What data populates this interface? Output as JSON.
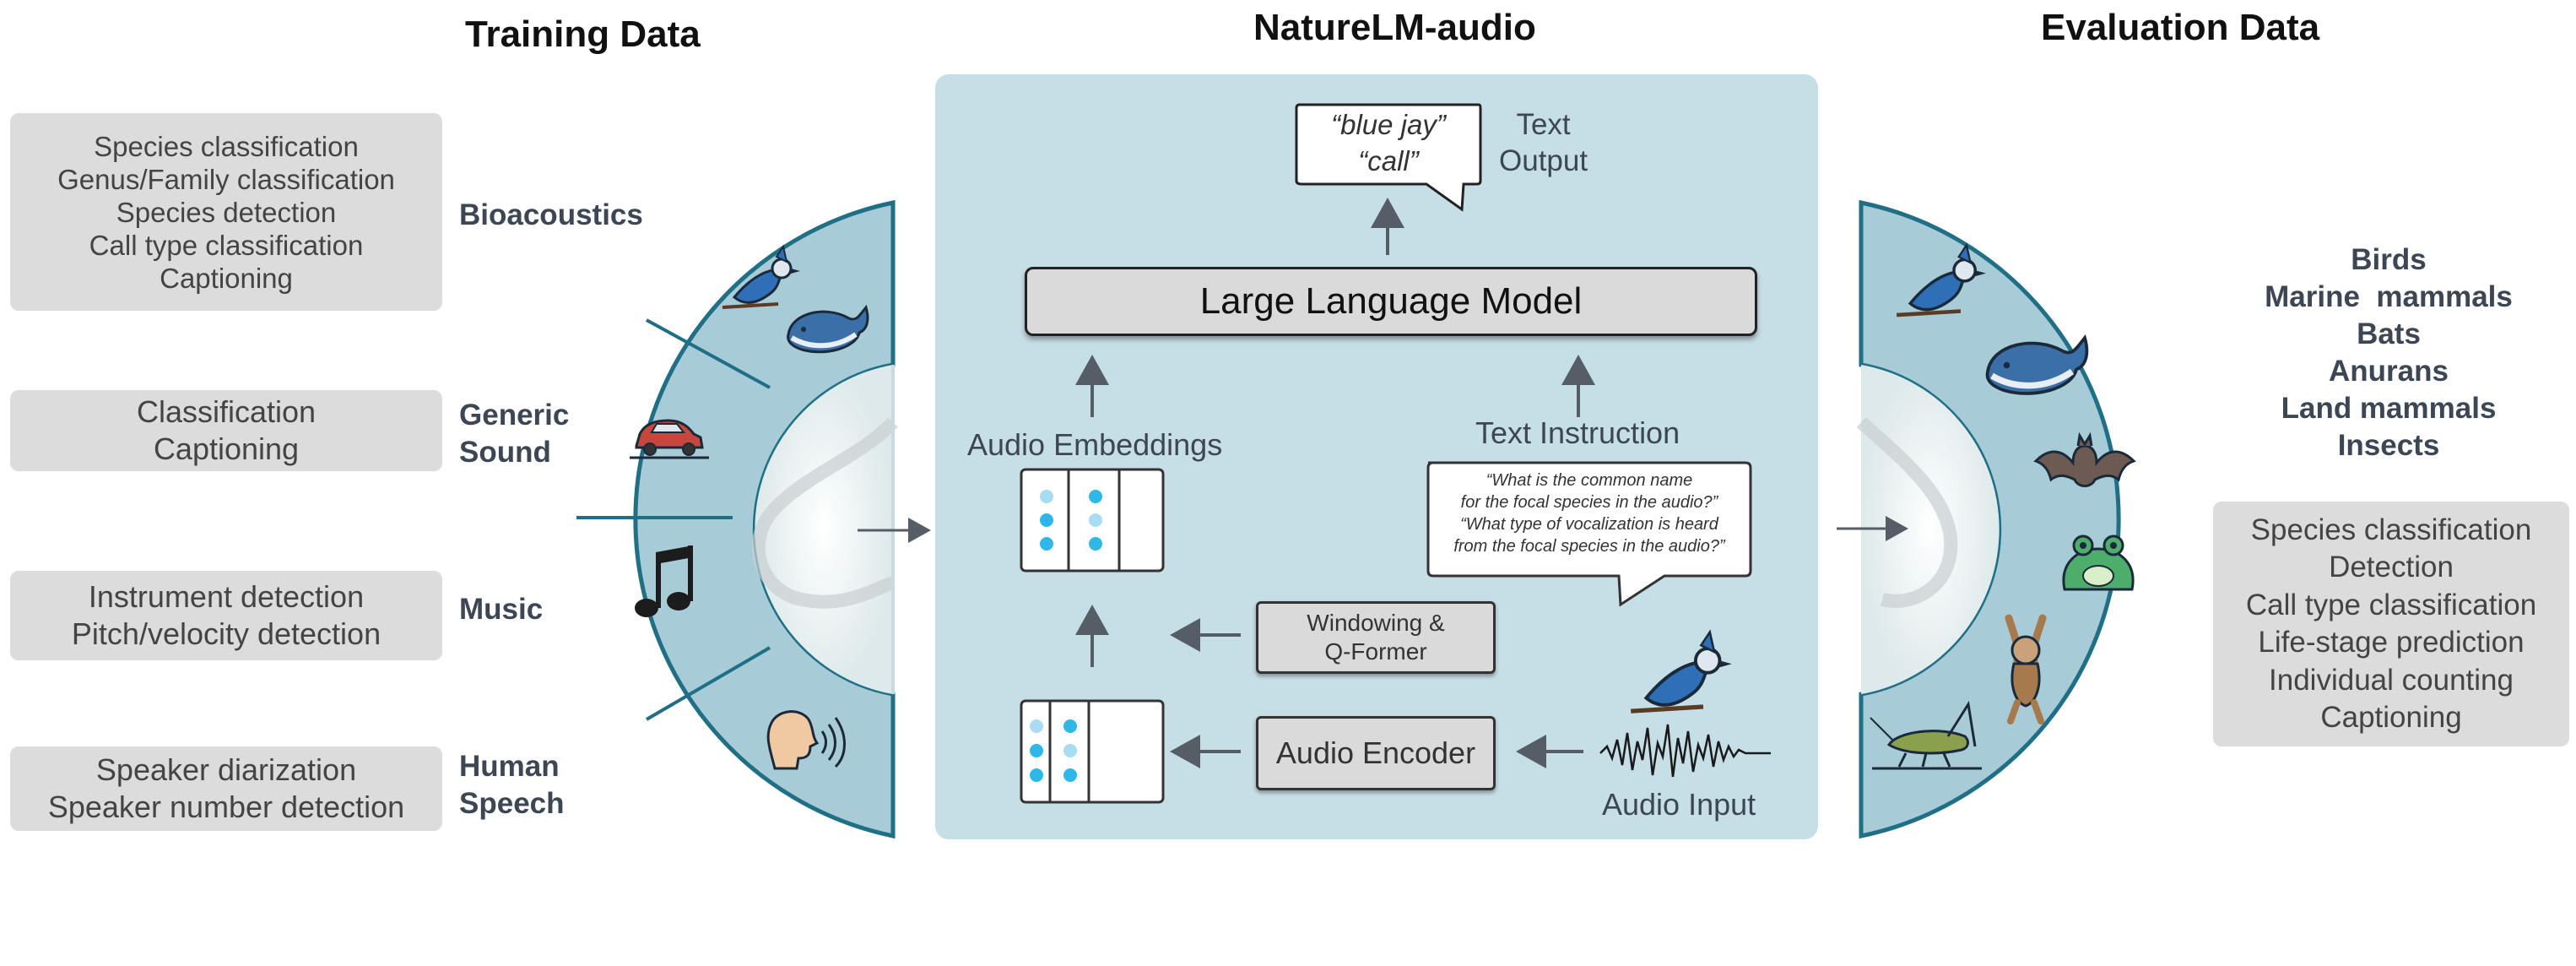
{
  "titles": {
    "training": "Training Data",
    "model": "NatureLM-audio",
    "evaluation": "Evaluation Data"
  },
  "training_tasks": [
    {
      "category": "Bioacoustics",
      "category_lines": [
        "Bioacoustics"
      ],
      "tasks": [
        "Species classification",
        "Genus/Family classification",
        "Species detection",
        "Call type classification",
        "Captioning"
      ]
    },
    {
      "category": "Generic Sound",
      "category_lines": [
        "Generic",
        "Sound"
      ],
      "tasks": [
        "Classification",
        "Captioning"
      ]
    },
    {
      "category": "Music",
      "category_lines": [
        "Music"
      ],
      "tasks": [
        "Instrument detection",
        "Pitch/velocity detection"
      ]
    },
    {
      "category": "Human Speech",
      "category_lines": [
        "Human",
        "Speech"
      ],
      "tasks": [
        "Speaker diarization",
        "Speaker number detection"
      ]
    }
  ],
  "training_wheel_icons": [
    "blue-jay-icon",
    "whale-icon",
    "car-icon",
    "music-note-icon",
    "speaking-head-icon"
  ],
  "model": {
    "output_text": [
      "“blue jay”",
      "“call”"
    ],
    "output_label": [
      "Text",
      "Output"
    ],
    "llm_label": "Large Language Model",
    "audio_embeddings_label": "Audio Embeddings",
    "text_instruction_label": "Text Instruction",
    "instruction_text": [
      "“What is the common name",
      "for the focal species in the audio?”",
      "“What type of vocalization is heard",
      "from the focal species in the audio?”"
    ],
    "windowing_label": [
      "Windowing &",
      "Q-Former"
    ],
    "audio_encoder_label": "Audio Encoder",
    "audio_input_label": "Audio Input"
  },
  "evaluation": {
    "taxa": [
      "Birds",
      "Marine  mammals",
      "Bats",
      "Anurans",
      "Land mammals",
      "Insects"
    ],
    "tasks": [
      "Species classification",
      "Detection",
      "Call type classification",
      "Life-stage prediction",
      "Individual counting",
      "Captioning"
    ],
    "wheel_icons": [
      "blue-jay-icon",
      "whale-icon",
      "bat-icon",
      "frog-icon",
      "monkey-icon",
      "cricket-icon"
    ]
  },
  "colors": {
    "panel": "#c6dee6",
    "wheel_fill": "#a8cbd8",
    "wheel_stroke": "#1f6f86",
    "box_gray": "#dcdcdc",
    "dot_blue": "#2fb7e8",
    "dot_light": "#a7dcf2",
    "arrow": "#555d66"
  }
}
